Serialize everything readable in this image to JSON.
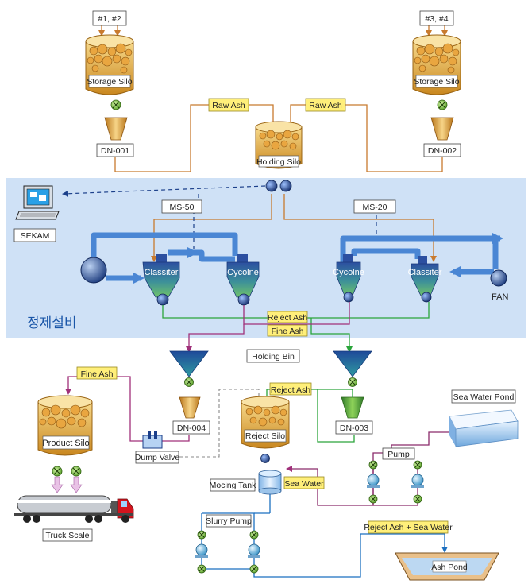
{
  "area_label": "정제설비",
  "inputs": {
    "left": "#1, #2",
    "right": "#3, #4"
  },
  "silos": {
    "storage_left": "Storage Silo",
    "storage_right": "Storage Silo",
    "holding": "Holding Silo",
    "product": "Product Silo",
    "reject": "Reject Silo"
  },
  "units": {
    "dn001": "DN-001",
    "dn002": "DN-002",
    "dn003": "DN-003",
    "dn004": "DN-004",
    "ms50": "MS-50",
    "ms20": "MS-20",
    "sekam": "SEKAM",
    "classifier_left": "Classiter",
    "cyclone_left": "Cycolne",
    "cyclone_right": "Cycolne",
    "classifier_right": "Classiter",
    "fan": "FAN",
    "holding_bin": "Holding Bin",
    "dump_valve": "Dump Valve",
    "mixing_tank": "Mocing Tank",
    "slurry_pump": "Slurry Pump",
    "pump": "Pump",
    "sea_water_pond": "Sea Water Pond",
    "truck_scale": "Truck Scale",
    "ash_pond": "Ash Pond"
  },
  "flow_tags": {
    "raw_ash_left": "Raw Ash",
    "raw_ash_right": "Raw Ash",
    "reject_ash": "Reject Ash",
    "fine_ash": "Fine Ash",
    "fine_ash_product": "Fine Ash",
    "reject_ash_bin": "Reject Ash",
    "sea_water": "Sea Water",
    "reject_ash_sea_water": "Reject Ash + Sea Water"
  },
  "colors": {
    "process_band": "#cfe1f6",
    "silo_gold": "#e8b04a",
    "flow_tag_fill": "#ffef7a",
    "raw_ash_line": "#c87a2e",
    "reject_line": "#2aa53a",
    "fine_line": "#a0307a",
    "sea_water_line": "#8a2a6a",
    "slurry_line": "#1b6fc0",
    "duct_blue": "#4a86d4"
  }
}
